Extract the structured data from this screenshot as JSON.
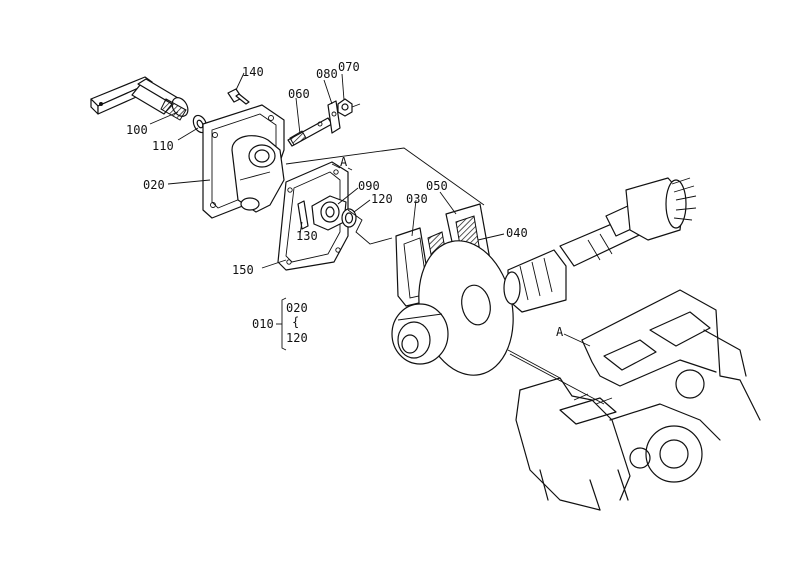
{
  "parts": [
    {
      "id": "p100",
      "label": "100"
    },
    {
      "id": "p110",
      "label": "110"
    },
    {
      "id": "p140",
      "label": "140"
    },
    {
      "id": "p060",
      "label": "060"
    },
    {
      "id": "p080",
      "label": "080"
    },
    {
      "id": "p070",
      "label": "070"
    },
    {
      "id": "p020",
      "label": "020"
    },
    {
      "id": "pA1",
      "label": "A"
    },
    {
      "id": "p090",
      "label": "090"
    },
    {
      "id": "p120",
      "label": "120"
    },
    {
      "id": "p050",
      "label": "050"
    },
    {
      "id": "p030",
      "label": "030"
    },
    {
      "id": "p040",
      "label": "040"
    },
    {
      "id": "p130",
      "label": "130"
    },
    {
      "id": "p150",
      "label": "150"
    },
    {
      "id": "pA2",
      "label": "A"
    }
  ],
  "assembly": {
    "label": "010",
    "range_from": "020",
    "range_to": "120",
    "brace": "{"
  }
}
